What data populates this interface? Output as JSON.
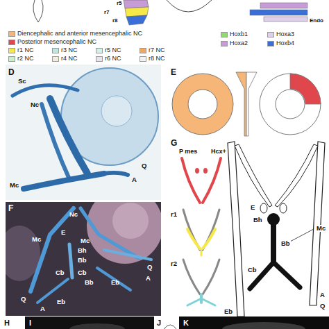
{
  "diagram": {
    "labels": [
      "r5",
      "r7",
      "r8",
      "Endo",
      "D",
      "Sc",
      "Nc",
      "Mc",
      "Q",
      "A",
      "E",
      "F",
      "Nc",
      "E",
      "Mc",
      "Mc",
      "Bh",
      "Bb",
      "Cb",
      "Cb",
      "Bb",
      "Eb",
      "Q",
      "A",
      "Q",
      "A",
      "Eb",
      "G",
      "P mes",
      "Hcx+",
      "r1",
      "r2",
      "E",
      "Bh",
      "Mc",
      "Bb",
      "Cb",
      "A",
      "Q",
      "Eb",
      "H",
      "I",
      "J",
      "K"
    ],
    "legend": [
      {
        "text": "Diencephalic and anterior mesencephalic NC",
        "color": "#f5b677"
      },
      {
        "text": "Posterior mesencephalic NC",
        "color": "#e0474c"
      },
      {
        "text": "r1 NC",
        "color": "#f7e84a"
      },
      {
        "text": "r3 NC",
        "color": "#bfe6e0"
      },
      {
        "text": "r5 NC",
        "color": "#d5efe9"
      },
      {
        "text": "r7 NC",
        "color": "#f0a860"
      },
      {
        "text": "r2 NC",
        "color": "#c8f0c8"
      },
      {
        "text": "r4 NC",
        "color": "#f3ecdc"
      },
      {
        "text": "r6 NC",
        "color": "#e8e4ee"
      },
      {
        "text": "r8 NC",
        "color": "#f2f2f2"
      },
      {
        "text": "Hoxb1",
        "color": "#8fdc6e"
      },
      {
        "text": "Hoxa3",
        "color": "#dcd0ea"
      },
      {
        "text": "Hoxa2",
        "color": "#c69bd6"
      },
      {
        "text": "Hoxb4",
        "color": "#3a6fd8"
      }
    ]
  }
}
